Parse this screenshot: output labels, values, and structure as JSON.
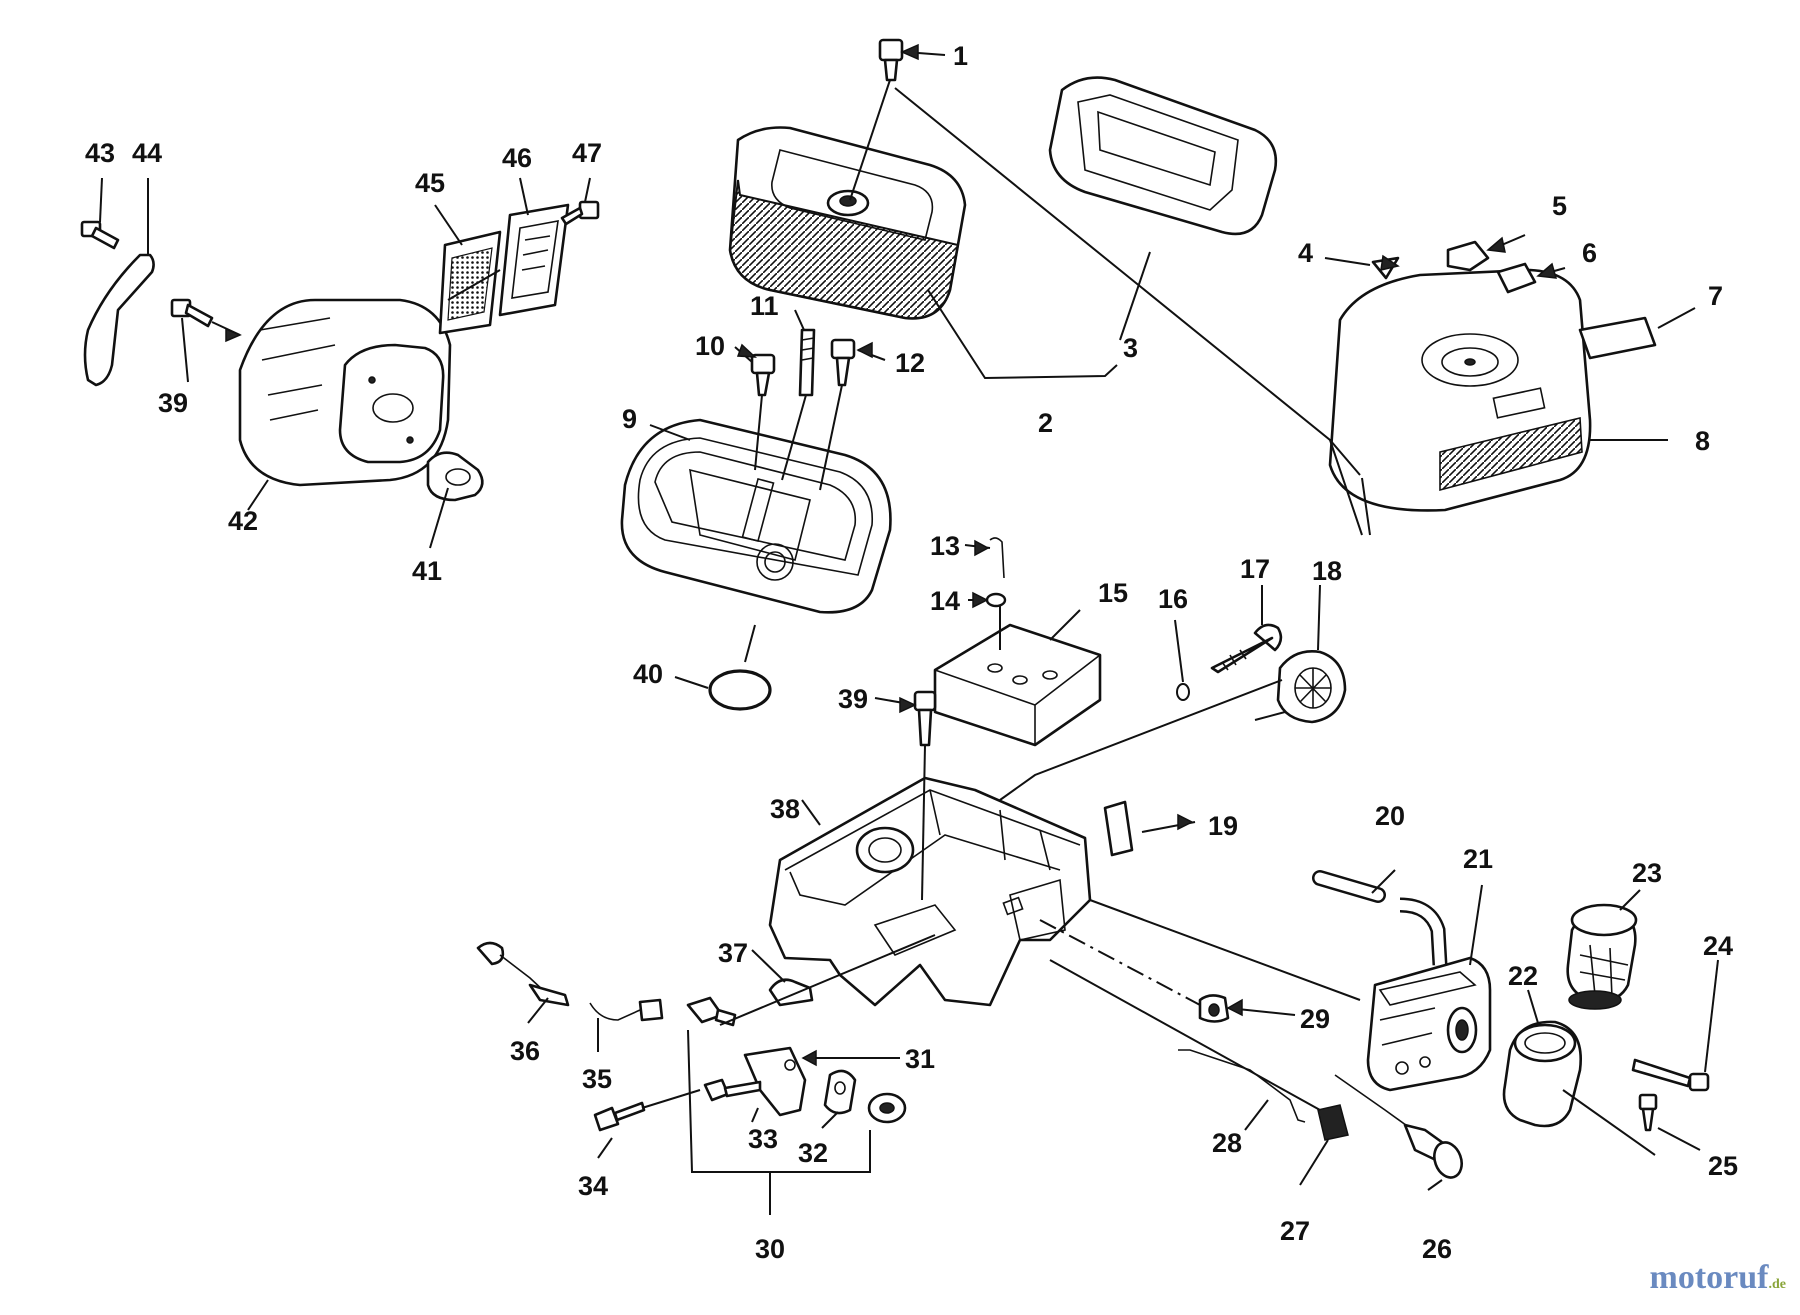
{
  "diagram": {
    "part_numbers": [
      "1",
      "2",
      "3",
      "4",
      "5",
      "6",
      "7",
      "8",
      "9",
      "10",
      "11",
      "12",
      "13",
      "14",
      "15",
      "16",
      "17",
      "18",
      "19",
      "20",
      "21",
      "22",
      "23",
      "24",
      "25",
      "26",
      "27",
      "28",
      "29",
      "30",
      "31",
      "32",
      "33",
      "34",
      "35",
      "36",
      "37",
      "38",
      "39",
      "39",
      "40",
      "41",
      "42",
      "43",
      "44",
      "45",
      "46",
      "47"
    ]
  },
  "watermark": {
    "brand": "motoruf",
    "tld": ".de"
  }
}
